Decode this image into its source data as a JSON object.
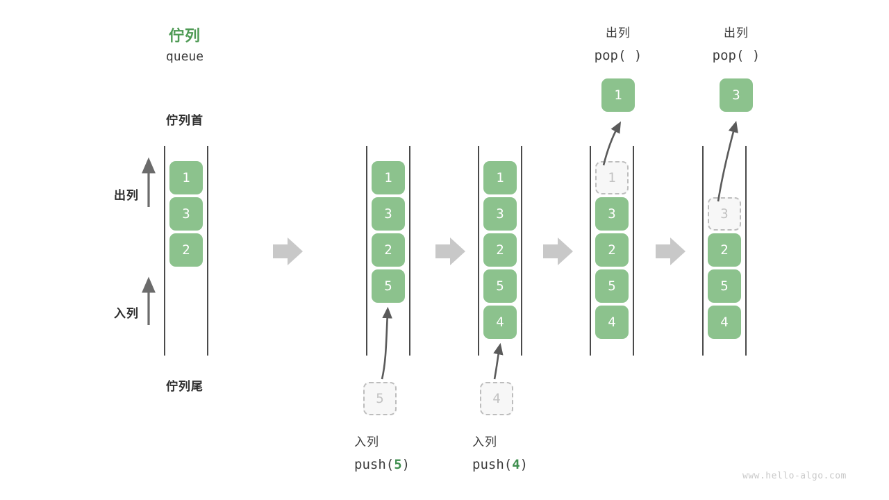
{
  "page": {
    "background": "#ffffff",
    "watermark": "www.hello-algo.com",
    "accent_green": "#8cc28d",
    "title_green": "#4e9a54",
    "ghost_gray": "#c2c2c2",
    "arrow_gray": "#c8c8c8",
    "rail_gray": "#4a4a4a"
  },
  "title": {
    "cn": "佇列",
    "en": "queue"
  },
  "labels": {
    "head": "佇列首",
    "tail": "佇列尾",
    "dequeue_side": "出列",
    "enqueue_side": "入列"
  },
  "columns": [
    {
      "id": "initial",
      "cells": [
        "1",
        "3",
        "2"
      ],
      "ghost_index": -1,
      "start_row": 0,
      "caption_cn": "",
      "caption_code_pre": "",
      "caption_code_num": "",
      "caption_code_post": ""
    },
    {
      "id": "push-5",
      "cells": [
        "1",
        "3",
        "2",
        "5"
      ],
      "ghost_index": -1,
      "start_row": 0,
      "caption_cn": "入列",
      "caption_code_pre": "push(",
      "caption_code_num": "5",
      "caption_code_post": ")",
      "incoming_value": "5"
    },
    {
      "id": "push-4",
      "cells": [
        "1",
        "3",
        "2",
        "5",
        "4"
      ],
      "ghost_index": -1,
      "start_row": 0,
      "caption_cn": "入列",
      "caption_code_pre": "push(",
      "caption_code_num": "4",
      "caption_code_post": ")",
      "incoming_value": "4"
    },
    {
      "id": "pop-1",
      "cells": [
        "1",
        "3",
        "2",
        "5",
        "4"
      ],
      "ghost_index": 0,
      "start_row": 0,
      "top_cn": "出列",
      "top_code": "pop( )",
      "popped_value": "1"
    },
    {
      "id": "pop-3",
      "cells": [
        "3",
        "2",
        "5",
        "4"
      ],
      "ghost_index": 0,
      "start_row": 1,
      "top_cn": "出列",
      "top_code": "pop( )",
      "popped_value": "3"
    }
  ],
  "step_arrows": 4
}
